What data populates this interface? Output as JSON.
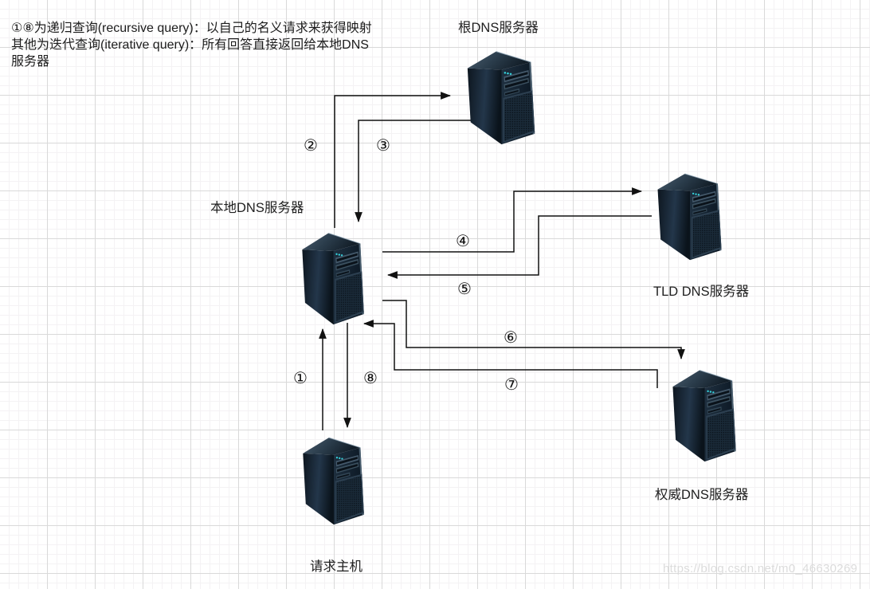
{
  "note": {
    "lines": [
      "①⑧为递归查询(recursive query)：以自己的名义请求来获得映射",
      "其他为迭代查询(iterative query)：所有回答直接返回给本地DNS",
      "服务器"
    ]
  },
  "nodes": {
    "root": {
      "label": "根DNS服务器"
    },
    "local": {
      "label": "本地DNS服务器"
    },
    "tld": {
      "label": "TLD DNS服务器"
    },
    "auth": {
      "label": "权威DNS服务器"
    },
    "host": {
      "label": "请求主机"
    }
  },
  "arrows": {
    "a1": {
      "label": "①"
    },
    "a2": {
      "label": "②"
    },
    "a3": {
      "label": "③"
    },
    "a4": {
      "label": "④"
    },
    "a5": {
      "label": "⑤"
    },
    "a6": {
      "label": "⑥"
    },
    "a7": {
      "label": "⑦"
    },
    "a8": {
      "label": "⑧"
    }
  },
  "watermark": {
    "text": "https://blog.csdn.net/m0_46630269"
  },
  "colors": {
    "connector_line": "#111111",
    "grid_major": "#d9d9d9",
    "grid_minor": "#f4f2f4",
    "server_led": "#35d2dc",
    "label_text": "#1f1f1f",
    "watermark_text": "#dcdcdc"
  }
}
